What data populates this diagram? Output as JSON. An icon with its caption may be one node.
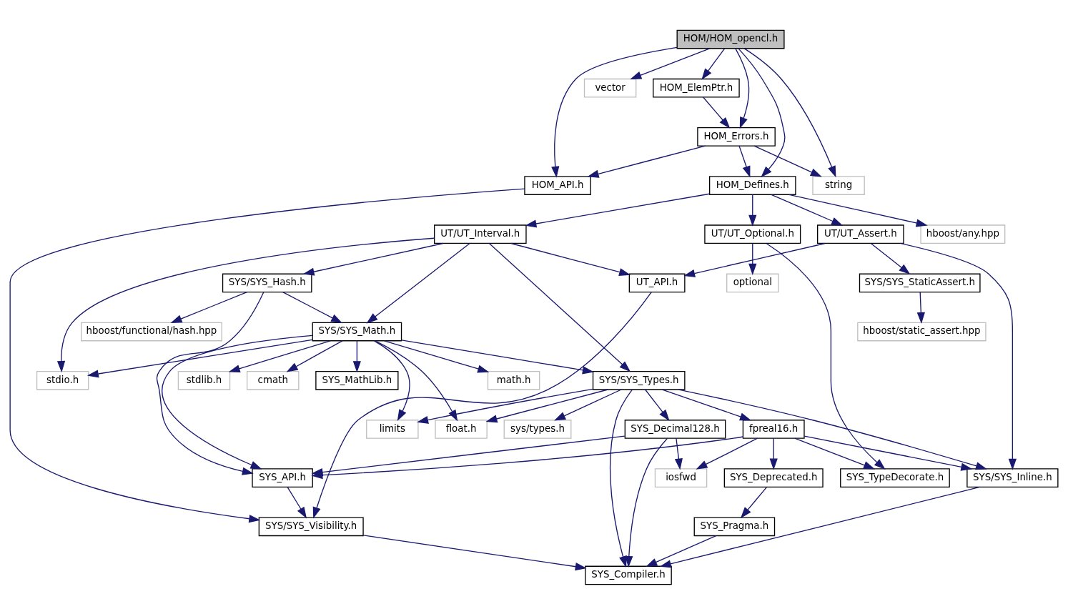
{
  "diagram": {
    "nodes": [
      {
        "text": [
          "HOM/HOM_opencl.h"
        ]
      },
      {
        "text": [
          "HOM_ElemPtr.h"
        ]
      },
      {
        "text": [
          "vector"
        ]
      },
      {
        "text": [
          "HOM_Errors.h"
        ]
      },
      {
        "text": [
          "HOM_API.h"
        ]
      },
      {
        "text": [
          "HOM_Defines.h"
        ]
      },
      {
        "text": [
          "string"
        ]
      },
      {
        "text": [
          "hboost/any.hpp"
        ]
      },
      {
        "text": [
          "UT/UT_Interval.h"
        ]
      },
      {
        "text": [
          "UT/UT_Optional.h"
        ]
      },
      {
        "text": [
          "UT/UT_Assert.h"
        ]
      },
      {
        "text": [
          "SYS/SYS_Hash.h"
        ]
      },
      {
        "text": [
          "optional"
        ]
      },
      {
        "text": [
          "UT_API.h"
        ]
      },
      {
        "text": [
          "SYS/SYS_StaticAssert.h"
        ]
      },
      {
        "text": [
          "hboost/functional/hash.hpp"
        ]
      },
      {
        "text": [
          "SYS/SYS_Math.h"
        ]
      },
      {
        "text": [
          "hboost/static_assert.hpp"
        ]
      },
      {
        "text": [
          "math.h"
        ]
      },
      {
        "text": [
          "stdlib.h"
        ]
      },
      {
        "text": [
          "cmath"
        ]
      },
      {
        "text": [
          "SYS_MathLib.h"
        ]
      },
      {
        "text": [
          "stdio.h"
        ]
      },
      {
        "text": [
          "SYS/SYS_Types.h"
        ]
      },
      {
        "text": [
          "limits"
        ]
      },
      {
        "text": [
          "float.h"
        ]
      },
      {
        "text": [
          "sys/types.h"
        ]
      },
      {
        "text": [
          "SYS_Decimal128.h"
        ]
      },
      {
        "text": [
          "fpreal16.h"
        ]
      },
      {
        "text": [
          "SYS_API.h"
        ]
      },
      {
        "text": [
          "iosfwd"
        ]
      },
      {
        "text": [
          "SYS_Deprecated.h"
        ]
      },
      {
        "text": [
          "SYS_TypeDecorate.h"
        ]
      },
      {
        "text": [
          "SYS/SYS_Inline.h"
        ]
      },
      {
        "text": [
          "SYS/SYS_Visibility.h"
        ]
      },
      {
        "text": [
          "SYS_Pragma.h"
        ]
      },
      {
        "text": [
          "SYS_Compiler.h"
        ]
      }
    ],
    "edges": [
      {
        "from": 0,
        "to": 4,
        "arrow": "to"
      },
      {
        "from": 0,
        "to": 5,
        "arrow": "to"
      },
      {
        "from": 0,
        "to": 1,
        "arrow": "to"
      },
      {
        "from": 0,
        "to": 3,
        "arrow": "to"
      },
      {
        "from": 0,
        "to": 6,
        "arrow": "to"
      },
      {
        "from": 0,
        "to": 2,
        "arrow": "to"
      },
      {
        "from": 1,
        "to": 3,
        "arrow": "to"
      },
      {
        "from": 3,
        "to": 4,
        "arrow": "to"
      },
      {
        "from": 3,
        "to": 5,
        "arrow": "to"
      },
      {
        "from": 3,
        "to": 6,
        "arrow": "to"
      },
      {
        "from": 4,
        "to": 34,
        "arrow": "to"
      },
      {
        "from": 5,
        "to": 7,
        "arrow": "to"
      },
      {
        "from": 5,
        "to": 8,
        "arrow": "to"
      },
      {
        "from": 5,
        "to": 9,
        "arrow": "to"
      },
      {
        "from": 5,
        "to": 10,
        "arrow": "to"
      },
      {
        "from": 8,
        "to": 11,
        "arrow": "to"
      },
      {
        "from": 8,
        "to": 16,
        "arrow": "to"
      },
      {
        "from": 8,
        "to": 22,
        "arrow": "to"
      },
      {
        "from": 8,
        "to": 23,
        "arrow": "to"
      },
      {
        "from": 8,
        "to": 13,
        "arrow": "to"
      },
      {
        "from": 9,
        "to": 12,
        "arrow": "to"
      },
      {
        "from": 9,
        "to": 32,
        "arrow": "to"
      },
      {
        "from": 10,
        "to": 13,
        "arrow": "to"
      },
      {
        "from": 10,
        "to": 14,
        "arrow": "to"
      },
      {
        "from": 10,
        "to": 33,
        "arrow": "to"
      },
      {
        "from": 11,
        "to": 15,
        "arrow": "to"
      },
      {
        "from": 11,
        "to": 16,
        "arrow": "to"
      },
      {
        "from": 11,
        "to": 29,
        "arrow": "to"
      },
      {
        "from": 13,
        "to": 34,
        "arrow": "to"
      },
      {
        "from": 14,
        "to": 17,
        "arrow": "to"
      },
      {
        "from": 16,
        "to": 18,
        "arrow": "to"
      },
      {
        "from": 16,
        "to": 19,
        "arrow": "to"
      },
      {
        "from": 16,
        "to": 20,
        "arrow": "to"
      },
      {
        "from": 16,
        "to": 21,
        "arrow": "to"
      },
      {
        "from": 16,
        "to": 22,
        "arrow": "to"
      },
      {
        "from": 16,
        "to": 23,
        "arrow": "to"
      },
      {
        "from": 16,
        "to": 24,
        "arrow": "to"
      },
      {
        "from": 16,
        "to": 25,
        "arrow": "to"
      },
      {
        "from": 16,
        "to": 29,
        "arrow": "to"
      },
      {
        "from": 23,
        "to": 24,
        "arrow": "to"
      },
      {
        "from": 23,
        "to": 25,
        "arrow": "to"
      },
      {
        "from": 23,
        "to": 26,
        "arrow": "to"
      },
      {
        "from": 23,
        "to": 27,
        "arrow": "to"
      },
      {
        "from": 23,
        "to": 28,
        "arrow": "to"
      },
      {
        "from": 23,
        "to": 36,
        "arrow": "to"
      },
      {
        "from": 23,
        "to": 33,
        "arrow": "to"
      },
      {
        "from": 27,
        "to": 29,
        "arrow": "to"
      },
      {
        "from": 27,
        "to": 30,
        "arrow": "to"
      },
      {
        "from": 27,
        "to": 36,
        "arrow": "to"
      },
      {
        "from": 28,
        "to": 29,
        "arrow": "to"
      },
      {
        "from": 28,
        "to": 30,
        "arrow": "to"
      },
      {
        "from": 28,
        "to": 31,
        "arrow": "to"
      },
      {
        "from": 28,
        "to": 32,
        "arrow": "to"
      },
      {
        "from": 28,
        "to": 33,
        "arrow": "to"
      },
      {
        "from": 29,
        "to": 34,
        "arrow": "to"
      },
      {
        "from": 31,
        "to": 35,
        "arrow": "to"
      },
      {
        "from": 33,
        "to": 36,
        "arrow": "to"
      },
      {
        "from": 34,
        "to": 36,
        "arrow": "to"
      },
      {
        "from": 35,
        "to": 36,
        "arrow": "to"
      }
    ]
  }
}
